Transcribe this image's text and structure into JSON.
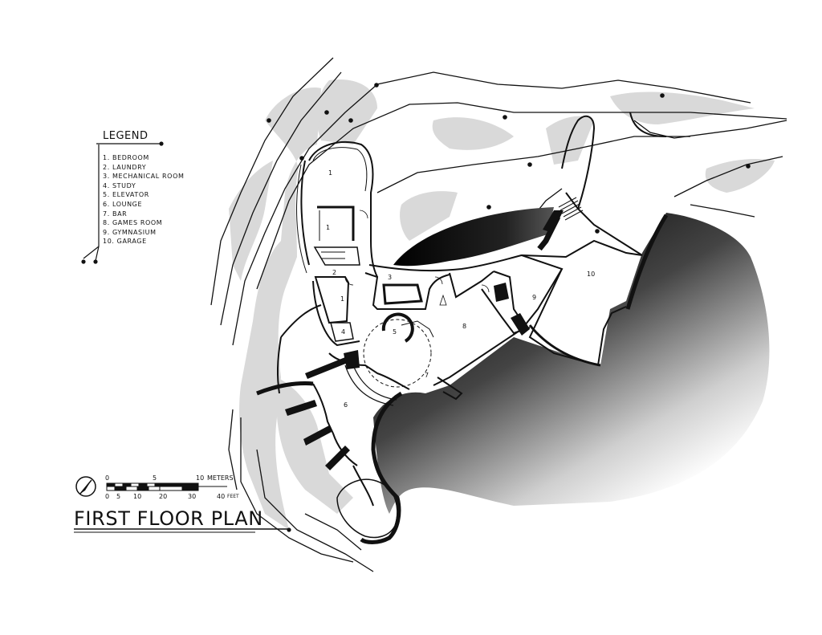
{
  "legend": {
    "title": "LEGEND",
    "items": [
      "1. BEDROOM",
      "2. LAUNDRY",
      "3. MECHANICAL ROOM",
      "4. STUDY",
      "5. ELEVATOR",
      "6. LOUNGE",
      "7. BAR",
      "8. GAMES ROOM",
      "9. GYMNASIUM",
      "10. GARAGE"
    ]
  },
  "plan_title": "FIRST FLOOR PLAN",
  "scale": {
    "meters_ticks": [
      "0",
      "5",
      "10"
    ],
    "meters_unit": "METERS",
    "feet_ticks": [
      "0",
      "5",
      "10",
      "20",
      "30",
      "40"
    ],
    "feet_unit": "FEET"
  },
  "rooms": [
    {
      "id": "bedroom-top",
      "label": "1"
    },
    {
      "id": "bedroom-middle",
      "label": "1"
    },
    {
      "id": "bedroom-lower",
      "label": "1"
    },
    {
      "id": "laundry",
      "label": "2"
    },
    {
      "id": "mechanical-room",
      "label": "3"
    },
    {
      "id": "study",
      "label": "4"
    },
    {
      "id": "elevator",
      "label": "5"
    },
    {
      "id": "lounge",
      "label": "6"
    },
    {
      "id": "bar",
      "label": "7"
    },
    {
      "id": "games-room",
      "label": "8"
    },
    {
      "id": "gymnasium",
      "label": "9"
    },
    {
      "id": "garage",
      "label": "10"
    }
  ],
  "colors": {
    "ink": "#111111",
    "terrain": "#d9d9d9",
    "paper": "#ffffff"
  }
}
